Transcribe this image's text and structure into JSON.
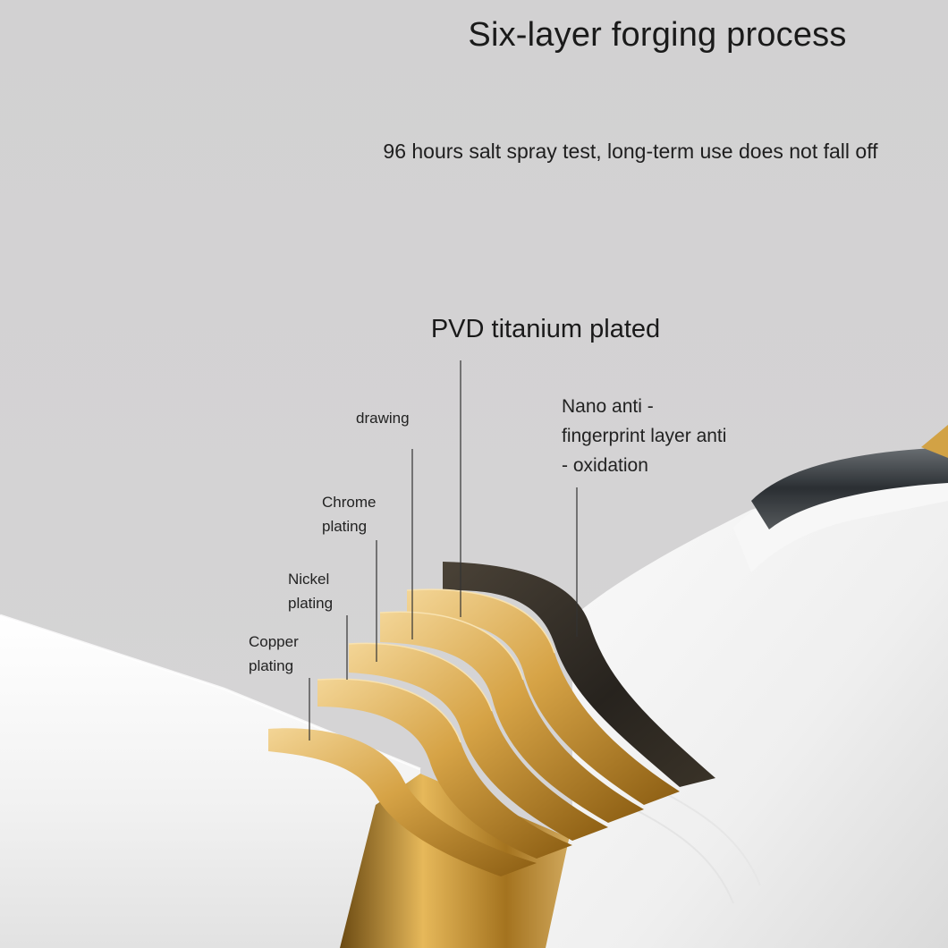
{
  "header": {
    "title": "Six-layer forging process",
    "subtitle": "96 hours salt spray test, long-term use does not fall off"
  },
  "layers": {
    "pvd": "PVD titanium plated",
    "nano": "Nano anti -\nfingerprint layer anti\n- oxidation",
    "drawing": "drawing",
    "chrome": "Chrome\nplating",
    "nickel": "Nickel\nplating",
    "copper": "Copper\nplating"
  },
  "colors": {
    "background": "#d3d2d3",
    "gold": "#d8a848",
    "dark_layer": "#2e2a24",
    "white_pipe": "#f4f4f4"
  }
}
